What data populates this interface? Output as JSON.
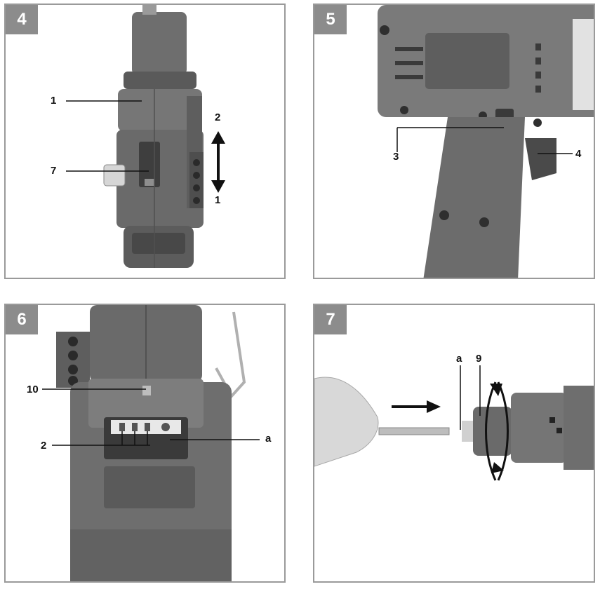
{
  "figures": [
    {
      "number": "4",
      "labels": {
        "part1": "1",
        "part7": "7",
        "arrow_up": "2",
        "arrow_down": "1"
      }
    },
    {
      "number": "5",
      "labels": {
        "part3": "3",
        "part4": "4"
      }
    },
    {
      "number": "6",
      "labels": {
        "part10": "10",
        "part2": "2",
        "a": "a"
      }
    },
    {
      "number": "7",
      "labels": {
        "a": "a",
        "part9": "9"
      }
    }
  ]
}
